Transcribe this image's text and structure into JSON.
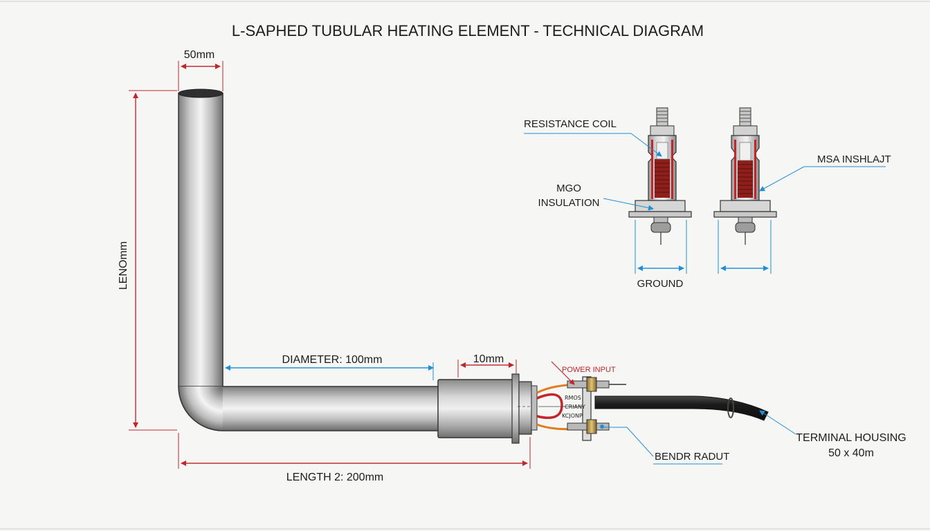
{
  "title": "L-SAPHED TUBULAR HEATING ELEMENT - TECHNICAL DIAGRAM",
  "dimensions": {
    "top_width": "50mm",
    "vertical_length": "LENOmm",
    "diameter": "DIAMETER: 100mm",
    "sheath_length": "10mm",
    "length2": "LENGTH 2: 200mm"
  },
  "callouts": {
    "power_input": "POWER INPUT",
    "terminal_tiny": [
      "RMOS",
      "CRIANY",
      "KCJONP"
    ],
    "bend_radius": "BENDR RADUT",
    "terminal_housing": "TERMINAL HOUSING",
    "terminal_housing_size": "50 x 40m"
  },
  "detail": {
    "resistance_coil": "RESISTANCE COIL",
    "mgo_line1": "MGO",
    "mgo_line2": "INSULATION",
    "msa_inshlat": "MSA INSHLAJT",
    "ground": "GROUND"
  },
  "colors": {
    "dimension_red": "#c0262b",
    "leader_blue": "#1f8fd6",
    "tube_light": "#e2e2e2",
    "tube_dark": "#8a8a8a",
    "coil": "#8e1f1a",
    "cable": "#2a2a2a"
  }
}
